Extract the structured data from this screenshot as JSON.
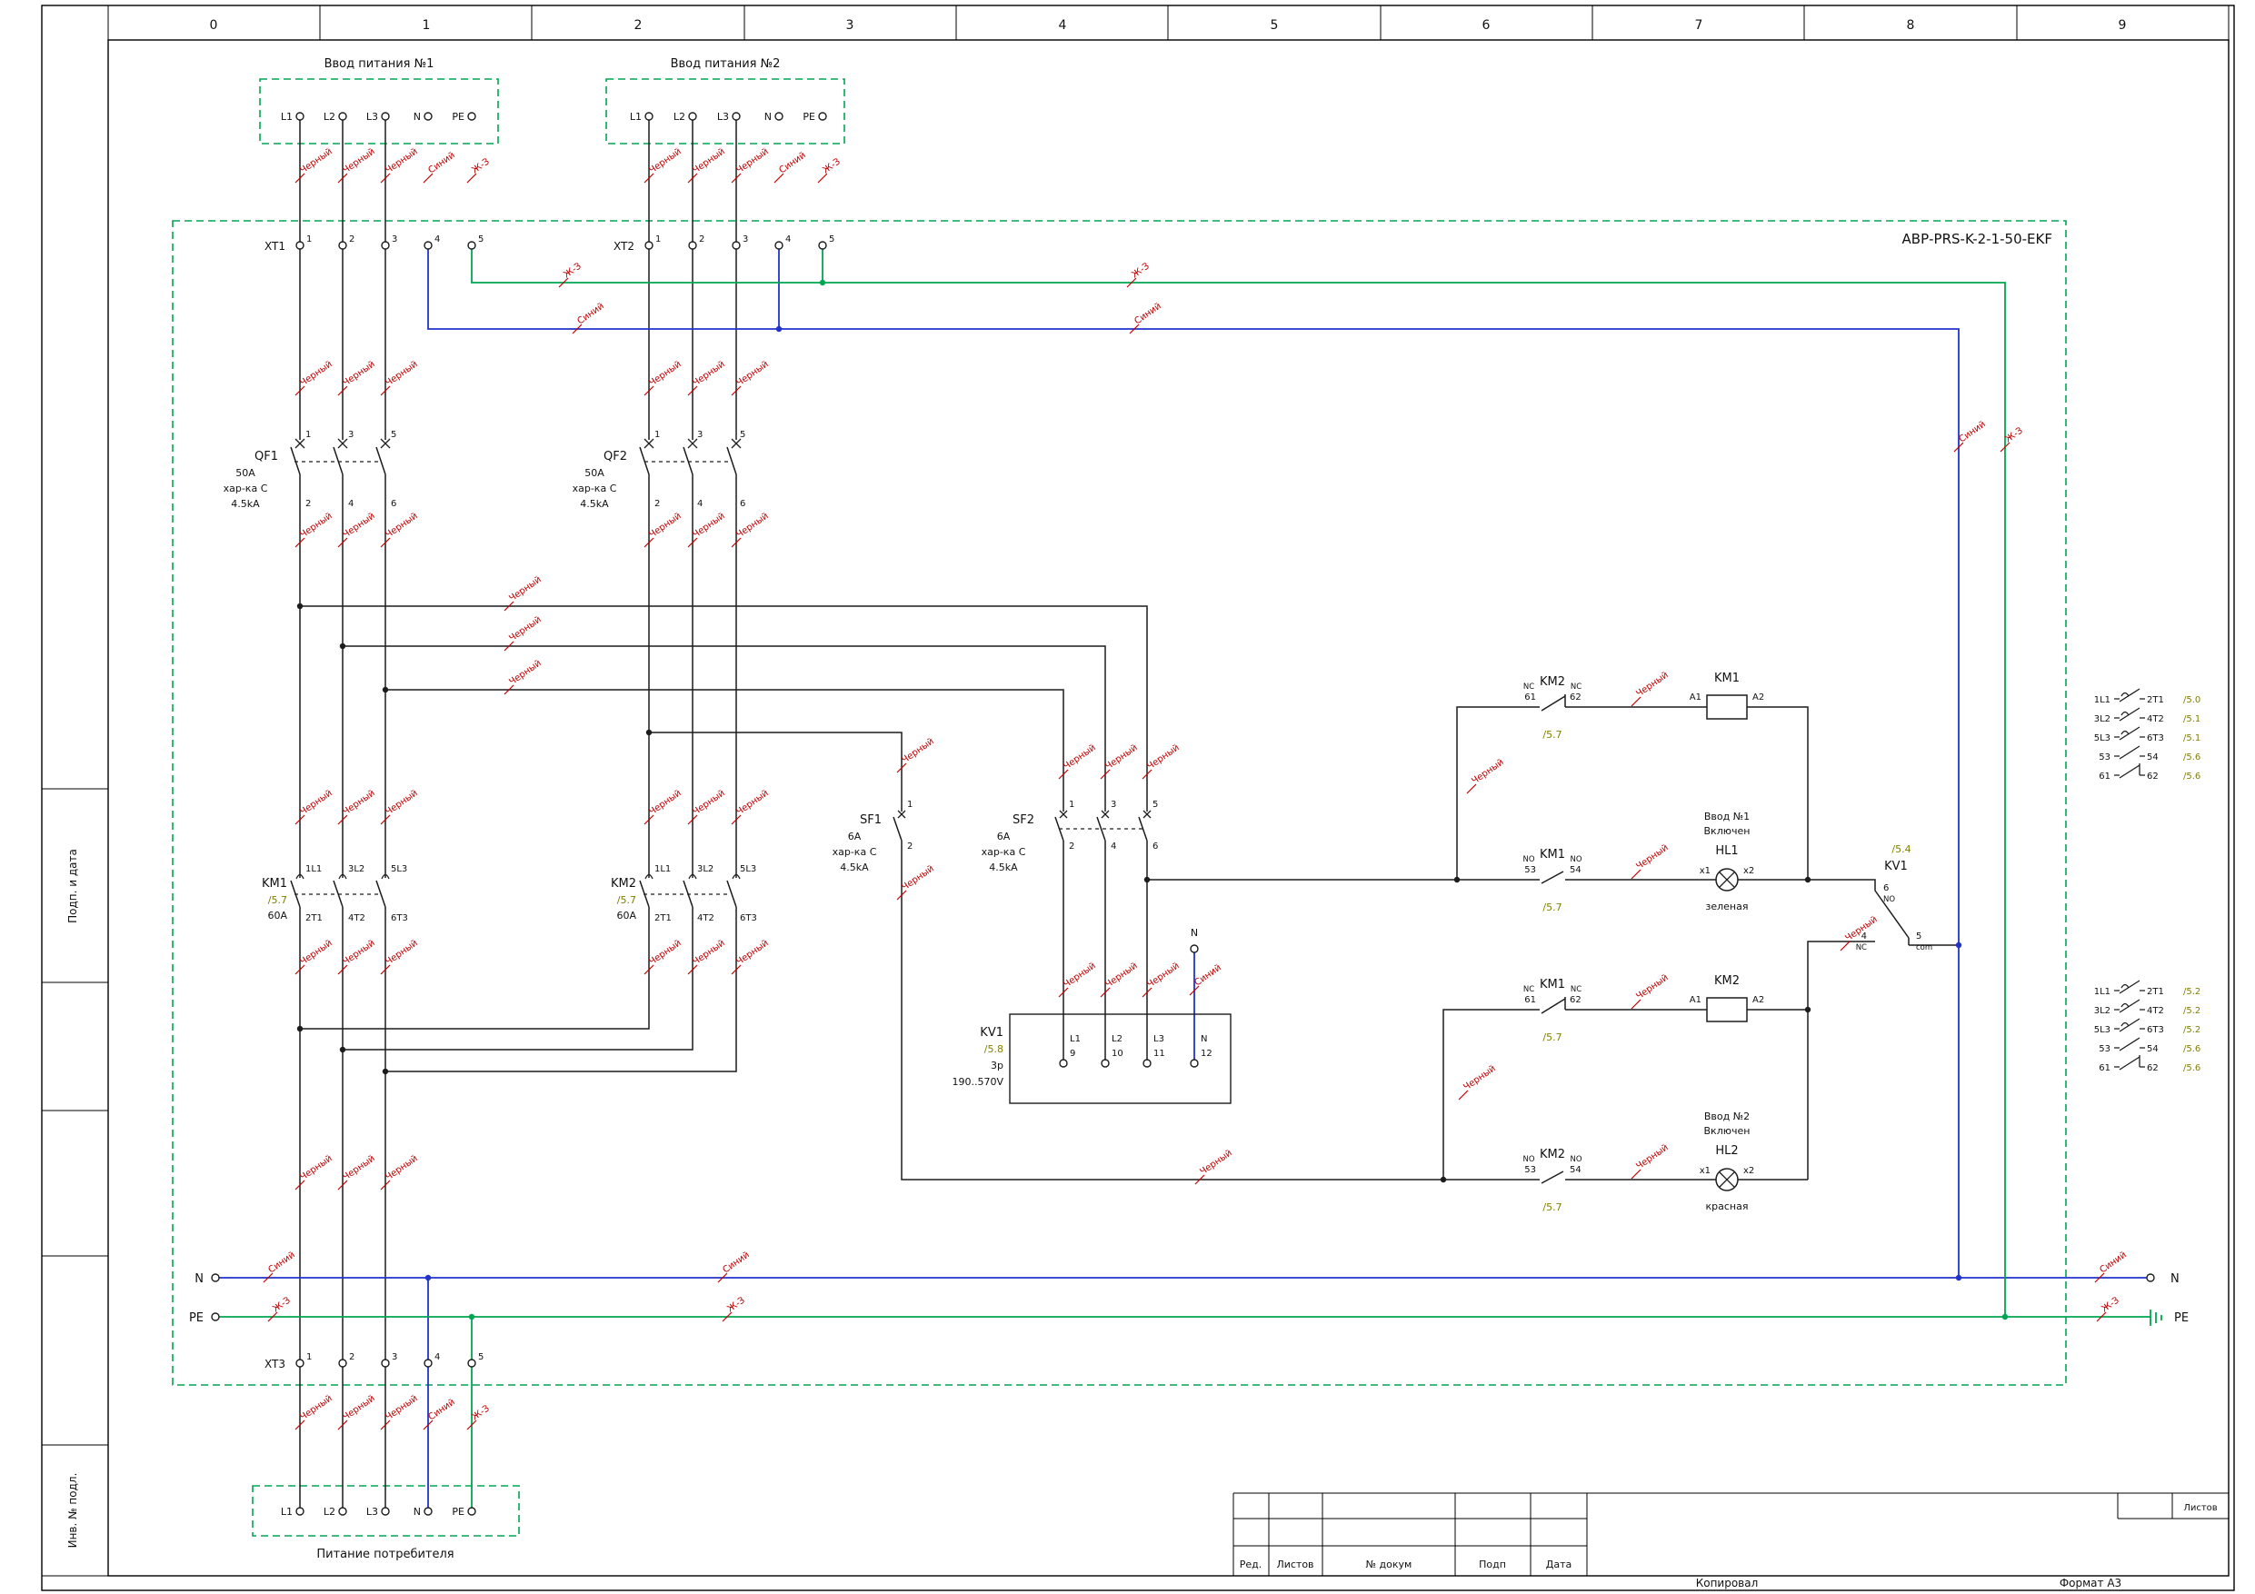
{
  "ruler": {
    "columns": [
      "0",
      "1",
      "2",
      "3",
      "4",
      "5",
      "6",
      "7",
      "8",
      "9"
    ]
  },
  "frame": {
    "stamp_left_top": "Подп. и дата",
    "stamp_left_bottom": "Инв. № подл.",
    "copied": "Копировал",
    "format": "Формат А3",
    "sheets_label": "Листов",
    "title_block": {
      "c1": "Ред.",
      "c2": "Листов",
      "c3": "№ докум",
      "c4": "Подп",
      "c5": "Дата"
    }
  },
  "device_box": {
    "label": "АВР-PRS-K-2-1-50-EKF"
  },
  "wire_colors": {
    "black": "Черный",
    "blue": "Синий",
    "yellow_green": "Ж-З"
  },
  "inputs": {
    "input1": {
      "title": "Ввод питания №1",
      "terminals": [
        "L1",
        "L2",
        "L3",
        "N",
        "PE"
      ]
    },
    "input2": {
      "title": "Ввод питания №2",
      "terminals": [
        "L1",
        "L2",
        "L3",
        "N",
        "PE"
      ]
    },
    "consumer": {
      "title": "Питание потребителя",
      "terminals": [
        "L1",
        "L2",
        "L3",
        "N",
        "PE"
      ]
    }
  },
  "terminal_blocks": {
    "xt1": {
      "label": "XT1",
      "terminals": [
        "1",
        "2",
        "3",
        "4",
        "5"
      ]
    },
    "xt2": {
      "label": "XT2",
      "terminals": [
        "1",
        "2",
        "3",
        "4",
        "5"
      ]
    },
    "xt3": {
      "label": "XT3",
      "terminals": [
        "1",
        "2",
        "3",
        "4",
        "5"
      ]
    }
  },
  "breakers": {
    "qf1": {
      "label": "QF1",
      "rating": "50А",
      "curve": "хар-ка C",
      "icu": "4.5kA",
      "top": [
        "1",
        "3",
        "5"
      ],
      "bottom": [
        "2",
        "4",
        "6"
      ]
    },
    "qf2": {
      "label": "QF2",
      "rating": "50А",
      "curve": "хар-ка C",
      "icu": "4.5kA",
      "top": [
        "1",
        "3",
        "5"
      ],
      "bottom": [
        "2",
        "4",
        "6"
      ]
    },
    "sf1": {
      "label": "SF1",
      "rating": "6А",
      "curve": "хар-ка C",
      "icu": "4.5kA",
      "top": [
        "1"
      ],
      "bottom": [
        "2"
      ]
    },
    "sf2": {
      "label": "SF2",
      "rating": "6А",
      "curve": "хар-ка C",
      "icu": "4.5kA",
      "top": [
        "1",
        "3",
        "5"
      ],
      "bottom": [
        "2",
        "4",
        "6"
      ]
    }
  },
  "contactors": {
    "km1": {
      "label": "KM1",
      "ref": "/5.7",
      "rating": "60А",
      "top": [
        "1L1",
        "3L2",
        "5L3"
      ],
      "bottom": [
        "2T1",
        "4T2",
        "6T3"
      ]
    },
    "km2": {
      "label": "KM2",
      "ref": "/5.7",
      "rating": "60А",
      "top": [
        "1L1",
        "3L2",
        "5L3"
      ],
      "bottom": [
        "2T1",
        "4T2",
        "6T3"
      ]
    }
  },
  "voltage_relay": {
    "label": "KV1",
    "ref": "/5.8",
    "poles": "3р",
    "range": "190..570V",
    "n_tap": "N",
    "terminals": [
      {
        "name": "L1",
        "num": "9"
      },
      {
        "name": "L2",
        "num": "10"
      },
      {
        "name": "L3",
        "num": "11"
      },
      {
        "name": "N",
        "num": "12"
      }
    ]
  },
  "control": {
    "km2_nc": {
      "label": "KM2",
      "type": "NC",
      "t1": "61",
      "t2": "62",
      "ref": "/5.7"
    },
    "km1_no": {
      "label": "KM1",
      "type": "NO",
      "t1": "53",
      "t2": "54",
      "ref": "/5.7"
    },
    "km1_nc": {
      "label": "KM1",
      "type": "NC",
      "t1": "61",
      "t2": "62",
      "ref": "/5.7"
    },
    "km2_no": {
      "label": "KM2",
      "type": "NO",
      "t1": "53",
      "t2": "54",
      "ref": "/5.7"
    },
    "km1_coil": {
      "label": "KM1",
      "a1": "A1",
      "a2": "A2"
    },
    "km2_coil": {
      "label": "KM2",
      "a1": "A1",
      "a2": "A2"
    },
    "hl1": {
      "label": "HL1",
      "line1": "Ввод №1",
      "line2": "Включен",
      "x1": "x1",
      "x2": "x2",
      "note": "зеленая"
    },
    "hl2": {
      "label": "HL2",
      "line1": "Ввод №2",
      "line2": "Включен",
      "x1": "x1",
      "x2": "x2",
      "note": "красная"
    },
    "kv1_contact": {
      "label": "KV1",
      "ref": "/5.4",
      "no_num": "6",
      "no_t": "NO",
      "nc_num": "4",
      "nc_t": "NC",
      "com_num": "5",
      "com_t": "com"
    }
  },
  "buses": {
    "n_left": "N",
    "n_right": "N",
    "pe_left": "PE",
    "pe_right": "PE"
  },
  "cross_ref": {
    "km1": [
      {
        "l": "1L1",
        "r": "2T1",
        "ref": "/5.0"
      },
      {
        "l": "3L2",
        "r": "4T2",
        "ref": "/5.1"
      },
      {
        "l": "5L3",
        "r": "6T3",
        "ref": "/5.1"
      },
      {
        "l": "53",
        "r": "54",
        "ref": "/5.6"
      },
      {
        "l": "61",
        "r": "62",
        "ref": "/5.6"
      }
    ],
    "km2": [
      {
        "l": "1L1",
        "r": "2T1",
        "ref": "/5.2"
      },
      {
        "l": "3L2",
        "r": "4T2",
        "ref": "/5.2"
      },
      {
        "l": "5L3",
        "r": "6T3",
        "ref": "/5.2"
      },
      {
        "l": "53",
        "r": "54",
        "ref": "/5.6"
      },
      {
        "l": "61",
        "r": "62",
        "ref": "/5.6"
      }
    ]
  }
}
